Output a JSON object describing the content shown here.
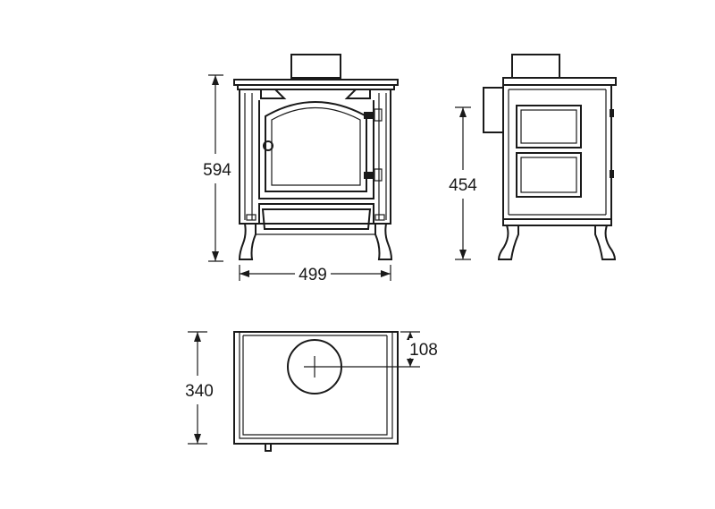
{
  "diagram": {
    "front_view": {
      "height_label": "594",
      "width_label": "499"
    },
    "side_view": {
      "height_label": "454"
    },
    "top_view": {
      "depth_label": "340",
      "flue_offset_label": "108"
    },
    "colors": {
      "line": "#1a1a1a",
      "background": "#ffffff"
    }
  }
}
